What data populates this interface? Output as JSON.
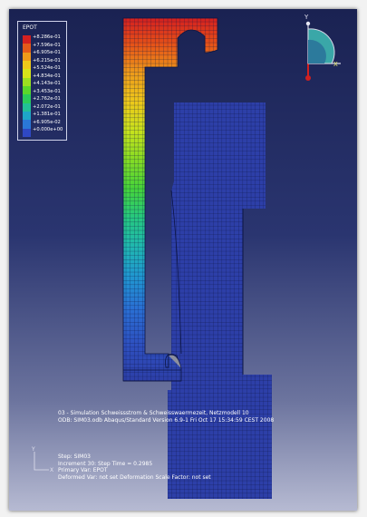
{
  "legend": {
    "title": "EPOT",
    "values": [
      "+8.286e-01",
      "+7.596e-01",
      "+6.905e-01",
      "+6.215e-01",
      "+5.524e-01",
      "+4.834e-01",
      "+4.143e-01",
      "+3.453e-01",
      "+2.762e-01",
      "+2.072e-01",
      "+1.381e-01",
      "+6.905e-02",
      "+0.000e+00"
    ],
    "colors": [
      "#d42020",
      "#e45a1a",
      "#ee9a1a",
      "#eec81a",
      "#d6e41a",
      "#9ce020",
      "#5ad82a",
      "#2acc5a",
      "#22c096",
      "#1ea6c8",
      "#2a78d8",
      "#2f48c4"
    ]
  },
  "colors": {
    "mesh_blue": "#2d3fa8",
    "mesh_line": "#0c1442"
  },
  "model_info": {
    "line1": "03 - Simulation Schweissstrom & Schweisswaermezeit, Netzmodell 10",
    "line2": "ODB: SIM03.odb    Abaqus/Standard Version 6.9-1    Fri Oct 17 15:34:59 CEST 2008"
  },
  "step_info": {
    "step": "Step: SIM03",
    "increment": "Increment     30: Step Time =    0.2985",
    "primary_var": "Primary Var: EPOT",
    "deformed_var": "Deformed Var: not set   Deformation Scale Factor: not set"
  },
  "triad": {
    "x_label": "X",
    "y_label": "Y"
  }
}
